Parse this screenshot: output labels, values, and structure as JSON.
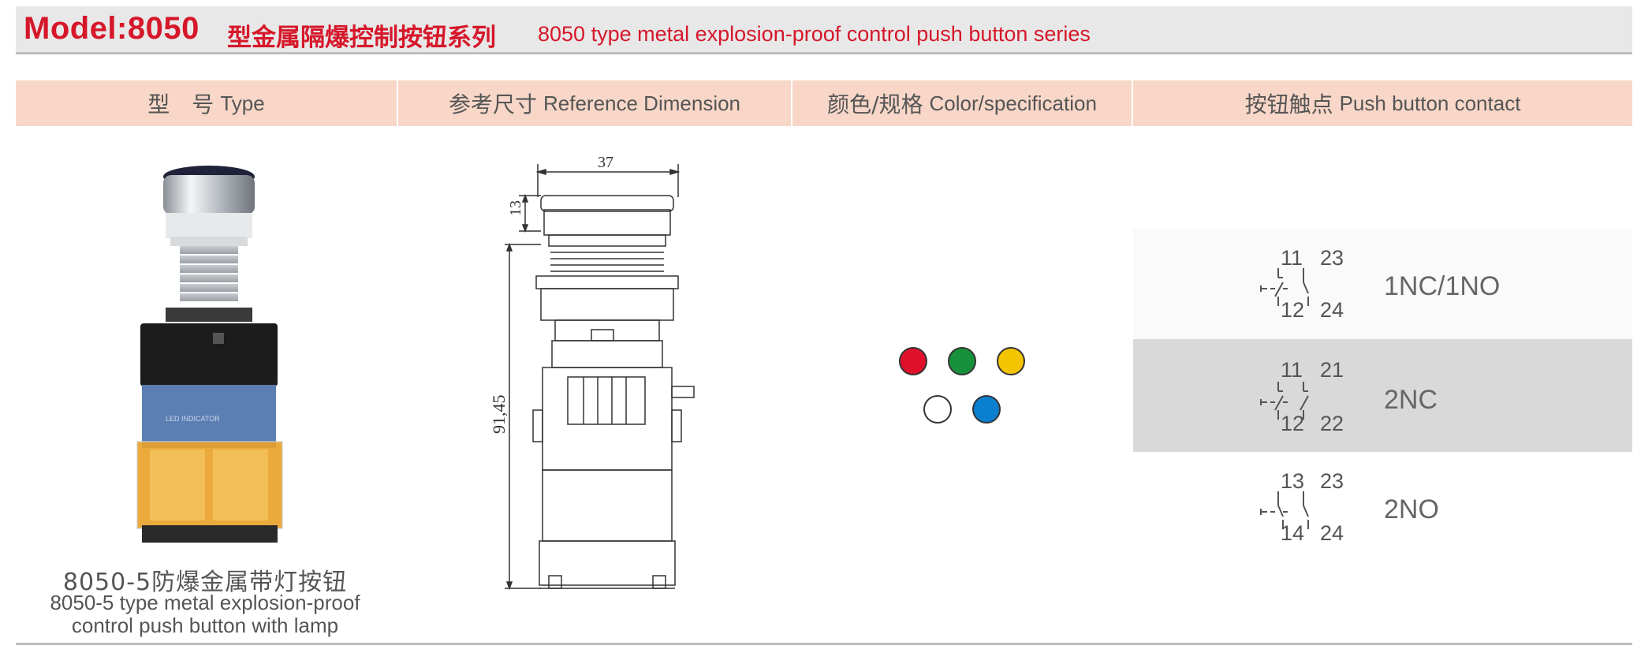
{
  "title": {
    "model": "Model:8050",
    "cn": "型金属隔爆控制按钮系列",
    "en": "8050 type metal explosion-proof control push button series"
  },
  "columns": [
    {
      "cn": "型　号",
      "en": "Type"
    },
    {
      "cn": "参考尺寸",
      "en": "Reference Dimension"
    },
    {
      "cn": "颜色/规格",
      "en": "Color/specification"
    },
    {
      "cn": "按钮触点",
      "en": "Push button contact"
    }
  ],
  "product": {
    "caption_cn": "8050-5防爆金属带灯按钮",
    "caption_en_line1": "8050-5 type metal explosion-proof",
    "caption_en_line2": "control push button with lamp",
    "photo_label_text": "LED INDICATOR"
  },
  "dimensions": {
    "width": "37",
    "head_height": "13",
    "total_height": "91,45"
  },
  "colors": [
    {
      "name": "red",
      "hex": "#e0102a"
    },
    {
      "name": "green",
      "hex": "#17923a"
    },
    {
      "name": "yellow",
      "hex": "#f5c400"
    },
    {
      "name": "white",
      "hex": "#ffffff"
    },
    {
      "name": "blue",
      "hex": "#0a7fd0"
    }
  ],
  "contacts": [
    {
      "label": "1NC/1NO",
      "top_left": "11",
      "top_right": "23",
      "bottom_left": "12",
      "bottom_right": "24",
      "shaded": false
    },
    {
      "label": "2NC",
      "top_left": "11",
      "top_right": "21",
      "bottom_left": "12",
      "bottom_right": "22",
      "shaded": true
    },
    {
      "label": "2NO",
      "top_left": "13",
      "top_right": "23",
      "bottom_left": "14",
      "bottom_right": "24",
      "shaded": false
    }
  ]
}
